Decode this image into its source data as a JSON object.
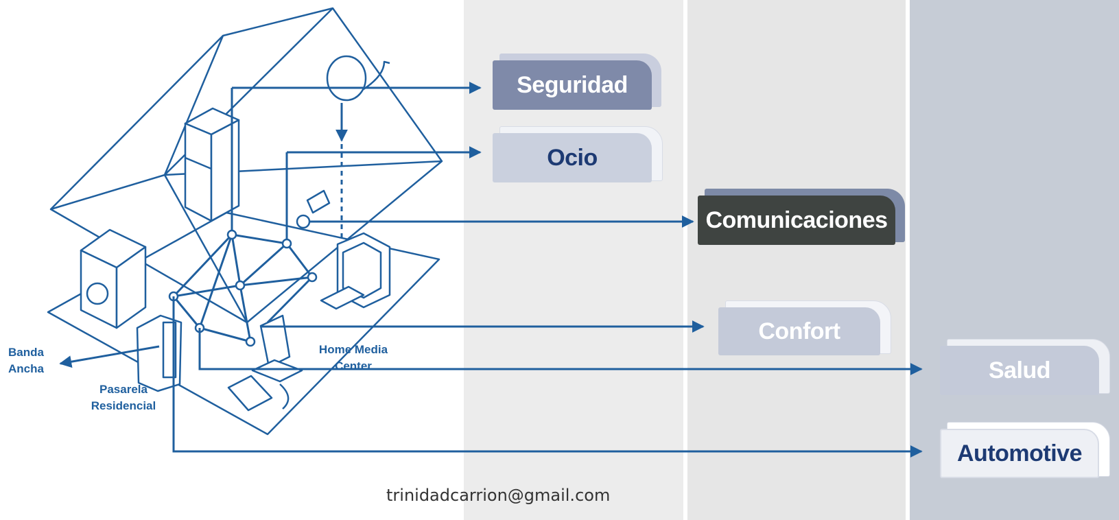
{
  "categories": {
    "seguridad": "Seguridad",
    "ocio": "Ocio",
    "comunicaciones": "Comunicaciones",
    "confort": "Confort",
    "salud": "Salud",
    "automotive": "Automotive"
  },
  "labels": {
    "banda_ancha_line1": "Banda",
    "banda_ancha_line2": "Ancha",
    "pasarela_line1": "Pasarela",
    "pasarela_line2": "Residencial",
    "home_media_line1": "Home Media",
    "home_media_line2": "Center"
  },
  "footer": {
    "email": "trinidadcarrion@gmail.com"
  },
  "colors": {
    "line": "#1f5f9e",
    "seguridad_box": "#7f8aa9",
    "comunicaciones_box": "#3f4441",
    "light_box": "#c4cad9",
    "right_band": "#c6ccd6"
  }
}
